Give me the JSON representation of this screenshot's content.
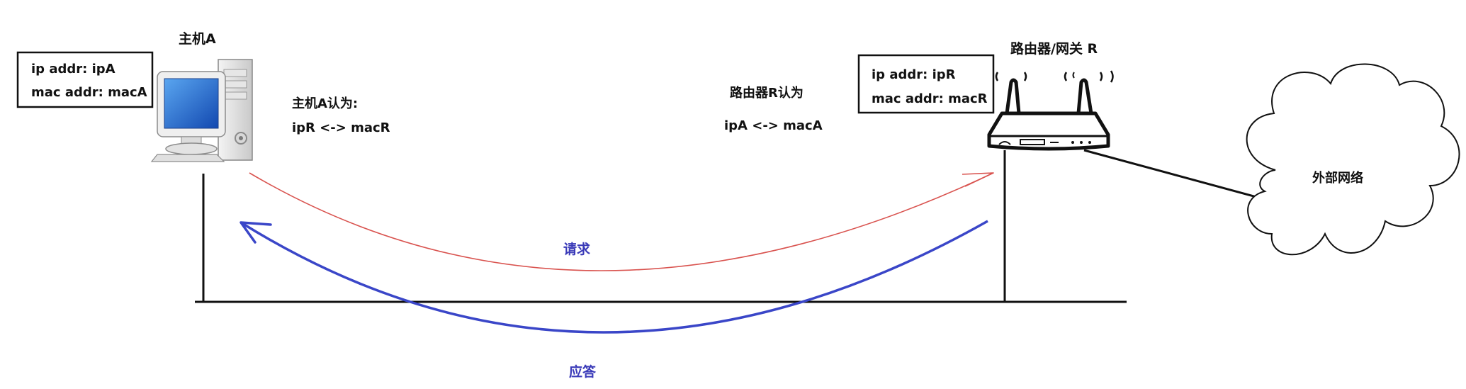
{
  "host": {
    "title": "主机A",
    "ip_line": "ip addr:   ipA",
    "mac_line": "mac addr:  macA"
  },
  "router": {
    "title": "路由器/网关 R",
    "ip_line": "ip addr:  ipR",
    "mac_line": "mac addr:  macR"
  },
  "host_belief": {
    "title": "主机A认为:",
    "mapping": "ipR <-> macR"
  },
  "router_belief": {
    "title": "路由器R认为",
    "mapping": "ipA <-> macA"
  },
  "request_label": "请求",
  "response_label": "应答",
  "external_network_label": "外部网络",
  "colors": {
    "request": "#d9534f",
    "response": "#3a46c8",
    "label_blue": "#3a3ab8",
    "monitor_blue": "#1f6fd6",
    "line": "#111111"
  },
  "icons": {
    "host": "desktop-computer-icon",
    "router": "wifi-router-icon",
    "cloud": "cloud-icon"
  }
}
